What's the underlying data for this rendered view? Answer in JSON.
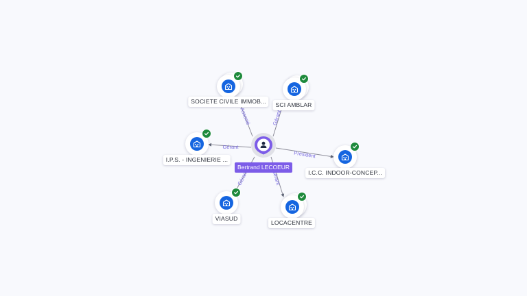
{
  "center": {
    "name": "Bertrand LECOEUR",
    "icon": "person-icon",
    "color": "#7c5ce8"
  },
  "nodes": [
    {
      "id": "societe",
      "label": "SOCIETE CIVILE IMMOB...",
      "icon": "building-icon",
      "verified": true,
      "stacked": true
    },
    {
      "id": "sci",
      "label": "SCI AMBLAR",
      "icon": "building-icon",
      "verified": true,
      "stacked": true
    },
    {
      "id": "ips",
      "label": "I.P.S. - INGENIERIE ...",
      "icon": "building-icon",
      "verified": true,
      "stacked": false
    },
    {
      "id": "icc",
      "label": "I.C.C. INDOOR-CONCEP...",
      "icon": "building-icon",
      "verified": true,
      "stacked": false
    },
    {
      "id": "viasud",
      "label": "VIASUD",
      "icon": "building-icon",
      "verified": true,
      "stacked": false
    },
    {
      "id": "locacentre",
      "label": "LOCACENTRE",
      "icon": "building-icon",
      "verified": true,
      "stacked": true
    }
  ],
  "edges": [
    {
      "to": "societe",
      "role": "Associé"
    },
    {
      "to": "sci",
      "role": "Gérant"
    },
    {
      "to": "ips",
      "role": "Gérant"
    },
    {
      "to": "icc",
      "role": "Président"
    },
    {
      "to": "viasud",
      "role": "Gérant"
    },
    {
      "to": "locacentre",
      "role": "Gérant"
    }
  ],
  "colors": {
    "node_fill": "#1565e0",
    "badge": "#1e8a3c",
    "edge_label": "#7b6de0"
  }
}
